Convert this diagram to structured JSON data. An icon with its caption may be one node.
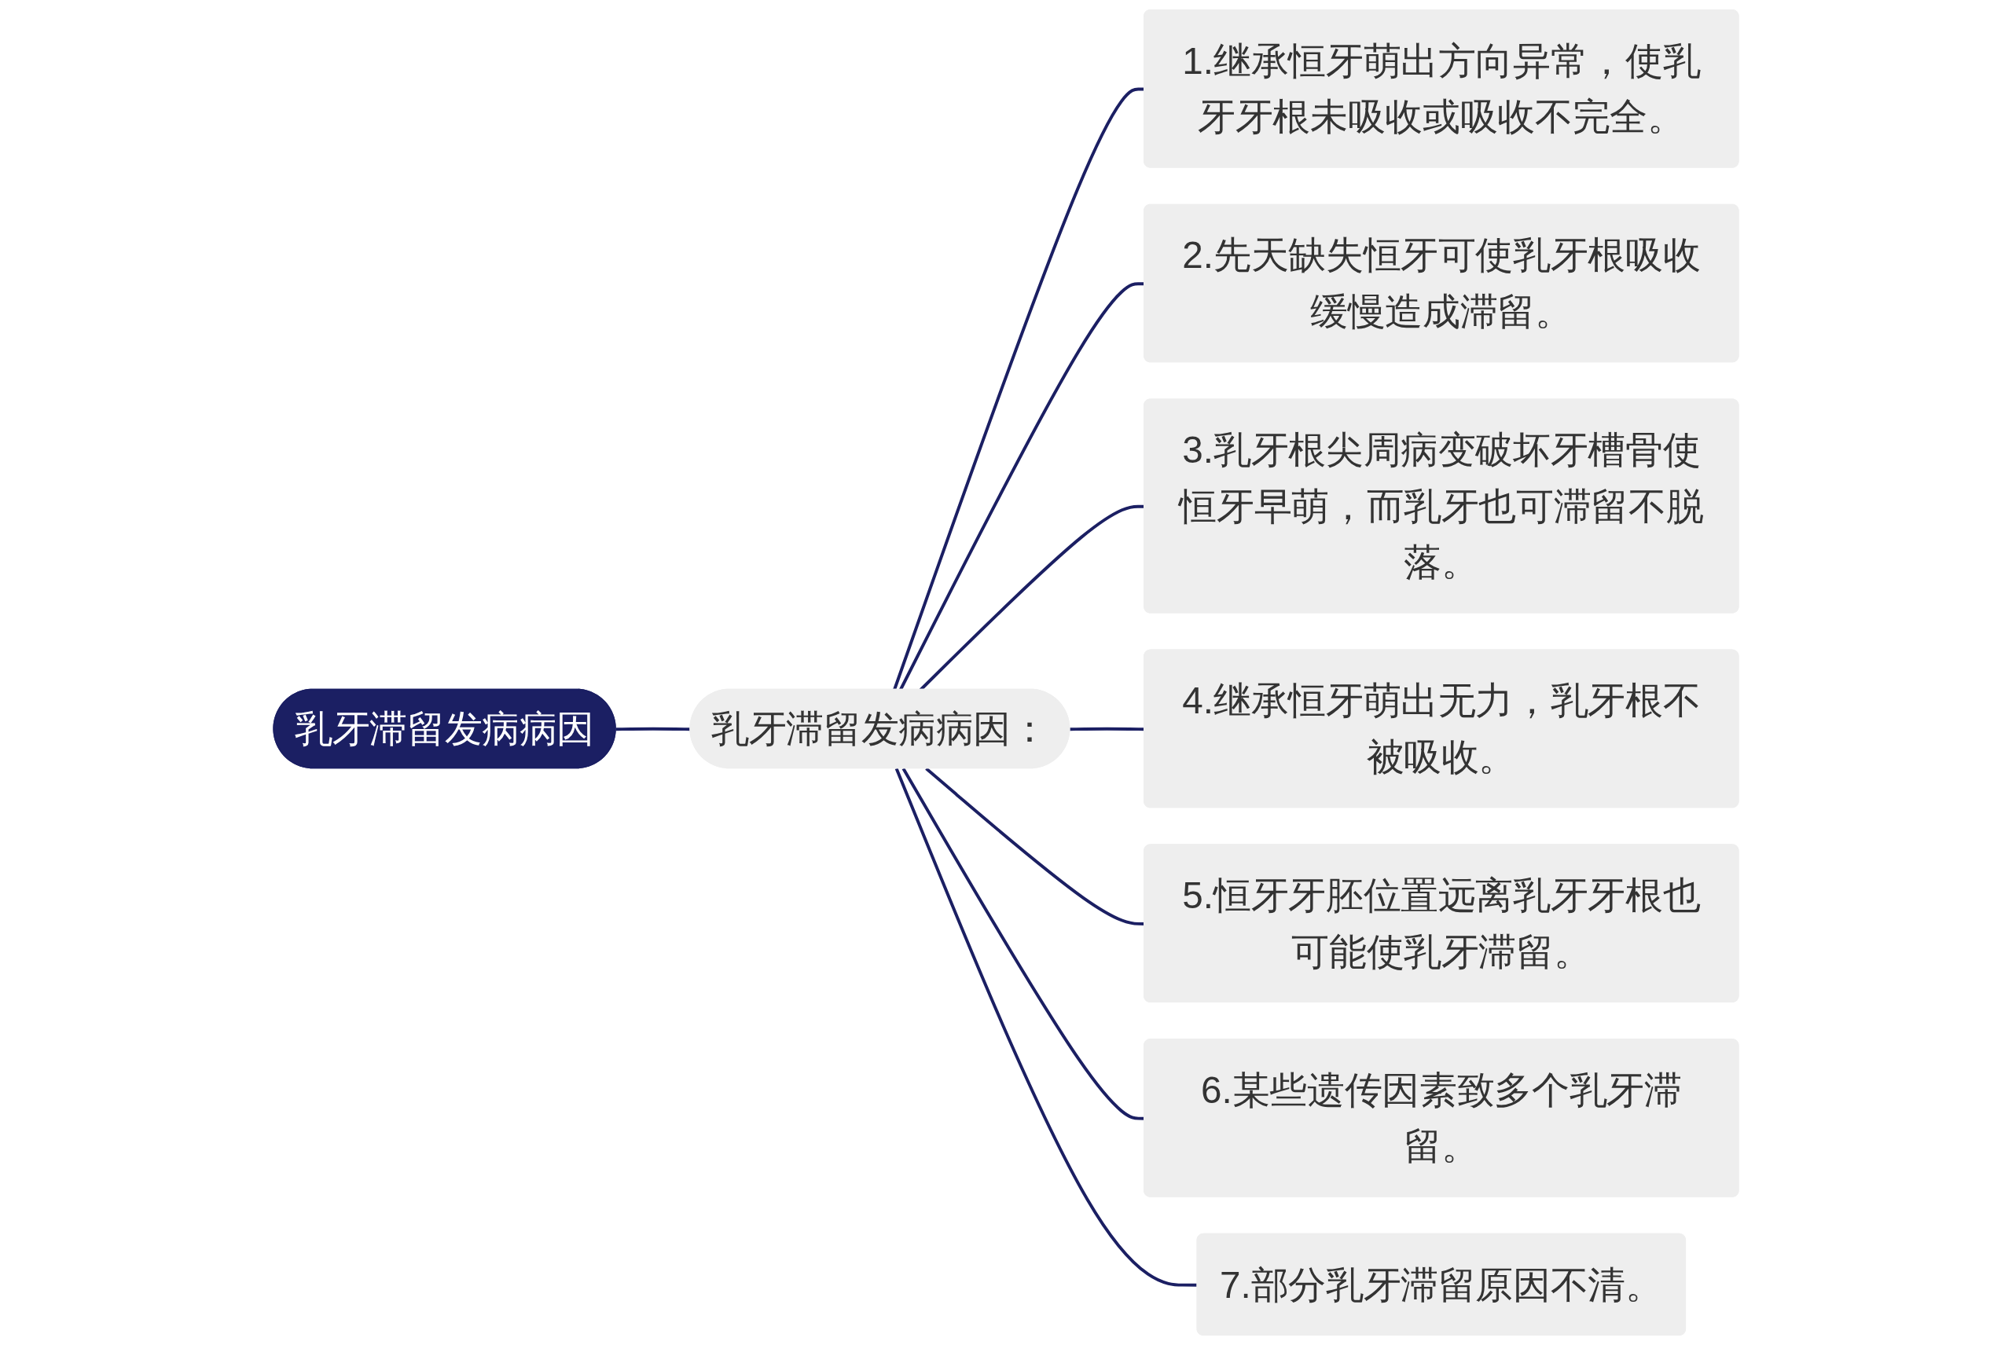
{
  "diagram": {
    "nodes": [
      {
        "text": [
          "乳牙滞留发病病因"
        ]
      },
      {
        "text": [
          "乳牙滞留发病病因："
        ]
      },
      {
        "text": [
          "1.继承恒牙萌出方向异常，使乳牙牙根未吸收或吸收不完全。"
        ]
      },
      {
        "text": [
          "2.先天缺失恒牙可使乳牙根吸收缓慢造成滞留。"
        ]
      },
      {
        "text": [
          "3.乳牙根尖周病变破坏牙槽骨使恒牙早萌，而乳牙也可滞留不脱落。"
        ]
      },
      {
        "text": [
          "4.继承恒牙萌出无力，乳牙根不被吸收。"
        ]
      },
      {
        "text": [
          "5.恒牙牙胚位置远离乳牙牙根也可能使乳牙滞留。"
        ]
      },
      {
        "text": [
          "6.某些遗传因素致多个乳牙滞留。"
        ]
      },
      {
        "text": [
          "7.部分乳牙滞留原因不清。"
        ]
      }
    ],
    "edges": [
      {
        "from": 0,
        "to": 1,
        "arrow": "none"
      },
      {
        "from": 1,
        "to": 2,
        "arrow": "none"
      },
      {
        "from": 1,
        "to": 3,
        "arrow": "none"
      },
      {
        "from": 1,
        "to": 4,
        "arrow": "none"
      },
      {
        "from": 1,
        "to": 5,
        "arrow": "none"
      },
      {
        "from": 1,
        "to": 6,
        "arrow": "none"
      },
      {
        "from": 1,
        "to": 7,
        "arrow": "none"
      },
      {
        "from": 1,
        "to": 8,
        "arrow": "none"
      }
    ]
  }
}
